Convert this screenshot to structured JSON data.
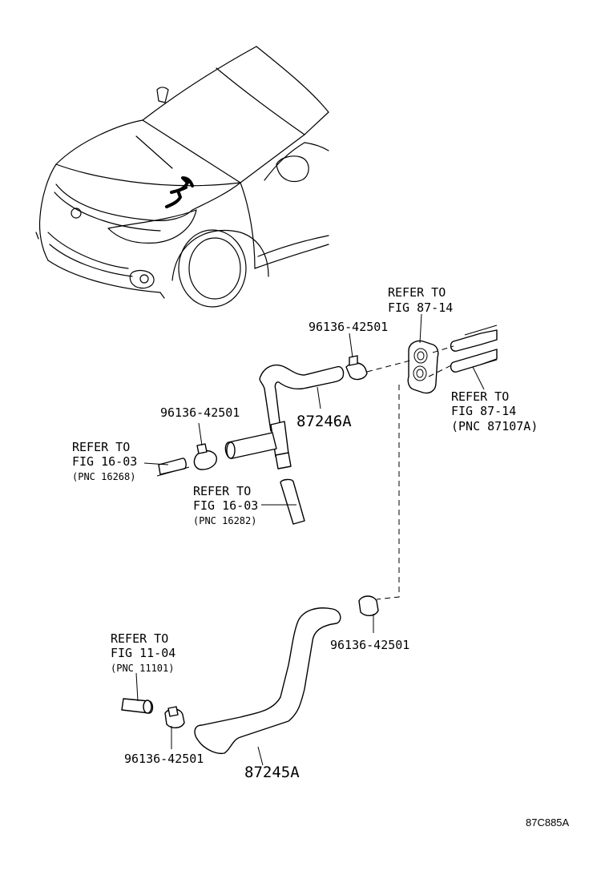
{
  "labels": {
    "refer_fig87_14_top": {
      "line1": "REFER TO",
      "line2": "FIG 87-14"
    },
    "refer_fig87_14_right": {
      "line1": "REFER TO",
      "line2": "FIG 87-14",
      "line3": "(PNC 87107A)"
    },
    "refer_fig16_03_left": {
      "line1": "REFER TO",
      "line2": "FIG 16-03",
      "line3": "(PNC 16268)"
    },
    "refer_fig16_03_mid": {
      "line1": "REFER TO",
      "line2": "FIG 16-03",
      "line3": "(PNC 16282)"
    },
    "refer_fig11_04": {
      "line1": "REFER TO",
      "line2": "FIG 11-04",
      "line3": "(PNC 11101)"
    }
  },
  "parts": {
    "clamp_top": "96136-42501",
    "clamp_left": "96136-42501",
    "clamp_right": "96136-42501",
    "clamp_bottom": "96136-42501",
    "hose_upper": "87246A",
    "hose_lower": "87245A"
  },
  "figure_code": "87C885A"
}
